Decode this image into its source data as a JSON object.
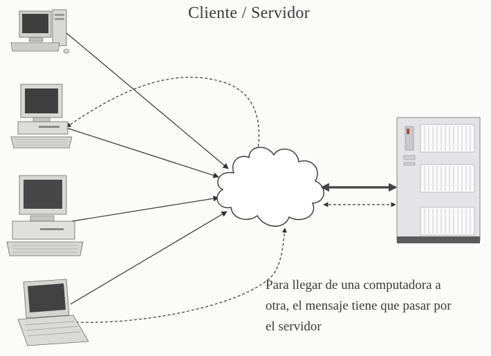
{
  "diagram": {
    "title": "Cliente / Servidor",
    "caption": [
      "Para llegar de una computadora a",
      "otra, el mensaje tiene que pasar por",
      "el servidor"
    ],
    "nodes": [
      {
        "id": "pc-tower",
        "icon": "desktop-tower-icon"
      },
      {
        "id": "pc-desktop-1",
        "icon": "desktop-computer-icon"
      },
      {
        "id": "pc-desktop-2",
        "icon": "desktop-computer-icon"
      },
      {
        "id": "laptop",
        "icon": "laptop-icon"
      },
      {
        "id": "network",
        "icon": "network-cloud-icon"
      },
      {
        "id": "server",
        "icon": "server-cabinet-icon"
      }
    ],
    "colors": {
      "line": "#333333",
      "cloud_fill": "#ffffff",
      "server_body": "#e4e4e6",
      "text": "#3a3a3a"
    }
  }
}
